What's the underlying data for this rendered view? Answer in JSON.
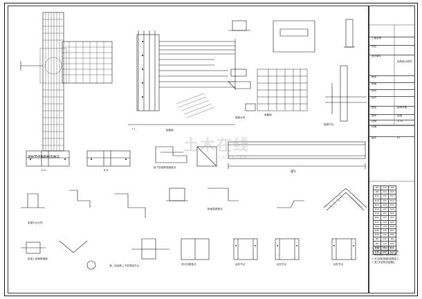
{
  "drawing": {
    "captions": {
      "col_joint": "梁柱节点钢筋构造做法",
      "section_11": "1-1",
      "section_aa": "A-A",
      "section_bb": "B-B",
      "joist": "梁1",
      "slab_lap": "板下皮钢筋搭接做法",
      "stair_node": "楼梯节点",
      "dowel": "锚筋大样",
      "beam_end": "梁端节点大样",
      "slab_step": "板面高差做法",
      "wall_col": "墙、柱纵筋上下层搭接节点",
      "opening": "洞口加筋做法",
      "beam_hook": "挑梁上部钢筋锚固",
      "stair_a": "台阶节点",
      "stair_b": "台阶节点",
      "stair_c": "台阶节点",
      "beam_sc": "梁截面",
      "slab_sc": "板截面"
    },
    "watermark": "土木在线",
    "watermark_sub": "co188.com"
  },
  "title_block": {
    "rows": [
      {
        "label": "工程名称",
        "value": ""
      },
      {
        "label": "项目",
        "value": ""
      },
      {
        "label": "设计单位",
        "value": "结构设计研究"
      },
      {
        "label": "审定",
        "value": ""
      },
      {
        "label": "审核",
        "value": ""
      },
      {
        "label": "校对",
        "value": ""
      },
      {
        "label": "设计",
        "value": ""
      },
      {
        "label": "图名",
        "value": "结构详图"
      },
      {
        "label": "图号",
        "value": "结施"
      },
      {
        "label": "比例",
        "value": "1:20"
      },
      {
        "label": "日期",
        "value": ""
      },
      {
        "label": "版本",
        "value": "A1"
      }
    ]
  },
  "notes": {
    "lines": [
      "1. 本图尺寸均以毫米计。",
      "2. 混凝土强度等级见总说明。",
      "3. 钢筋锚固长度按规范执行。",
      "4. 未注明处按国标图集施工。",
      "5. 施工前应核对建施图。"
    ]
  },
  "spec_table": {
    "rows": [
      [
        "Φ6",
        "200",
        "Φ8"
      ],
      [
        "Φ8",
        "150",
        "Φ10"
      ],
      [
        "Φ10",
        "200",
        "Φ12"
      ],
      [
        "Φ12",
        "150",
        "Φ14"
      ],
      [
        "Φ14",
        "200",
        "Φ16"
      ],
      [
        "Φ16",
        "150",
        "Φ18"
      ],
      [
        "Φ18",
        "200",
        "Φ20"
      ],
      [
        "Φ20",
        "150",
        "Φ22"
      ],
      [
        "Φ22",
        "200",
        "Φ25"
      ],
      [
        "Φ25",
        "150",
        "Φ28"
      ],
      [
        "Φ28",
        "200",
        "Φ32"
      ],
      [
        "Φ32",
        "150",
        "Φ36"
      ],
      [
        "Φ6",
        "200",
        "Φ8"
      ],
      [
        "Φ8",
        "150",
        "Φ10"
      ],
      [
        "Φ10",
        "200",
        "Φ12"
      ],
      [
        "Φ12",
        "150",
        "Φ14"
      ]
    ]
  }
}
